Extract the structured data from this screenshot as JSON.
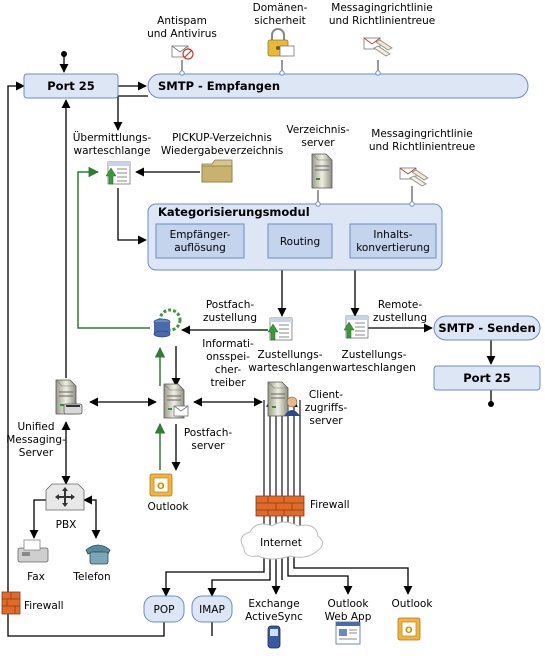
{
  "colors": {
    "box_fill": "#dce6f4",
    "box_stroke": "#6b8cc4",
    "green_line": "#2e7d32",
    "black_line": "#000000"
  },
  "labels": {
    "antispam": [
      "Antispam",
      "und Antivirus"
    ],
    "domain_security": [
      "Domänen-",
      "sicherheit"
    ],
    "messaging_policy_top": [
      "Messagingrichtlinie",
      "und Richtlinientreue"
    ],
    "port25_top": "Port 25",
    "smtp_receive": "SMTP - Empfangen",
    "submission_queue": [
      "Übermittlungs-",
      "warteschlange"
    ],
    "pickup": [
      "PICKUP-Verzeichnis",
      "Wiedergabeverzeichnis"
    ],
    "directory_server": [
      "Verzeichnis-",
      "server"
    ],
    "messaging_policy_mid": [
      "Messagingrichtlinie",
      "und Richtlinientreue"
    ],
    "categorizer": "Kategorisierungsmodul",
    "recipient_resolution": [
      "Empfänger-",
      "auflösung"
    ],
    "routing": "Routing",
    "content_conversion": [
      "Inhalts-",
      "konvertierung"
    ],
    "mailbox_delivery": [
      "Postfach-",
      "zustellung"
    ],
    "remote_delivery": [
      "Remote-",
      "zustellung"
    ],
    "smtp_send": "SMTP - Senden",
    "delivery_queues_1": [
      "Zustellungs-",
      "warteschlangen"
    ],
    "delivery_queues_2": [
      "Zustellungs-",
      "warteschlangen"
    ],
    "port25_bottom": "Port 25",
    "store_driver": [
      "Informati-",
      "onsspei-",
      "cher-",
      "treiber"
    ],
    "um_server": [
      "Unified",
      "Messaging-",
      "Server"
    ],
    "client_access": [
      "Client-",
      "zugriffs-",
      "server"
    ],
    "mailbox_server": [
      "Postfach-",
      "server"
    ],
    "outlook_left": "Outlook",
    "pbx": "PBX",
    "firewall_mid": "Firewall",
    "internet": "Internet",
    "fax": "Fax",
    "phone": "Telefon",
    "firewall_left": "Firewall",
    "pop": "POP",
    "imap": "IMAP",
    "activesync": [
      "Exchange",
      "ActiveSync"
    ],
    "owa": [
      "Outlook",
      "Web App"
    ],
    "outlook_right": "Outlook"
  },
  "icons": {
    "antispam": "antispam-icon",
    "domain_security": "padlock-certificate-icon",
    "messaging_policy": "envelope-scroll-icon",
    "queue": "queue-document-icon",
    "folder": "folder-icon",
    "server": "server-icon",
    "store": "database-gear-icon",
    "outlook": "outlook-icon",
    "pbx": "pbx-switch-icon",
    "firewall": "firewall-icon",
    "cloud": "internet-cloud-icon",
    "fax": "fax-icon",
    "phone": "phone-icon",
    "mobile": "mobile-phone-icon",
    "browser": "web-browser-icon"
  }
}
